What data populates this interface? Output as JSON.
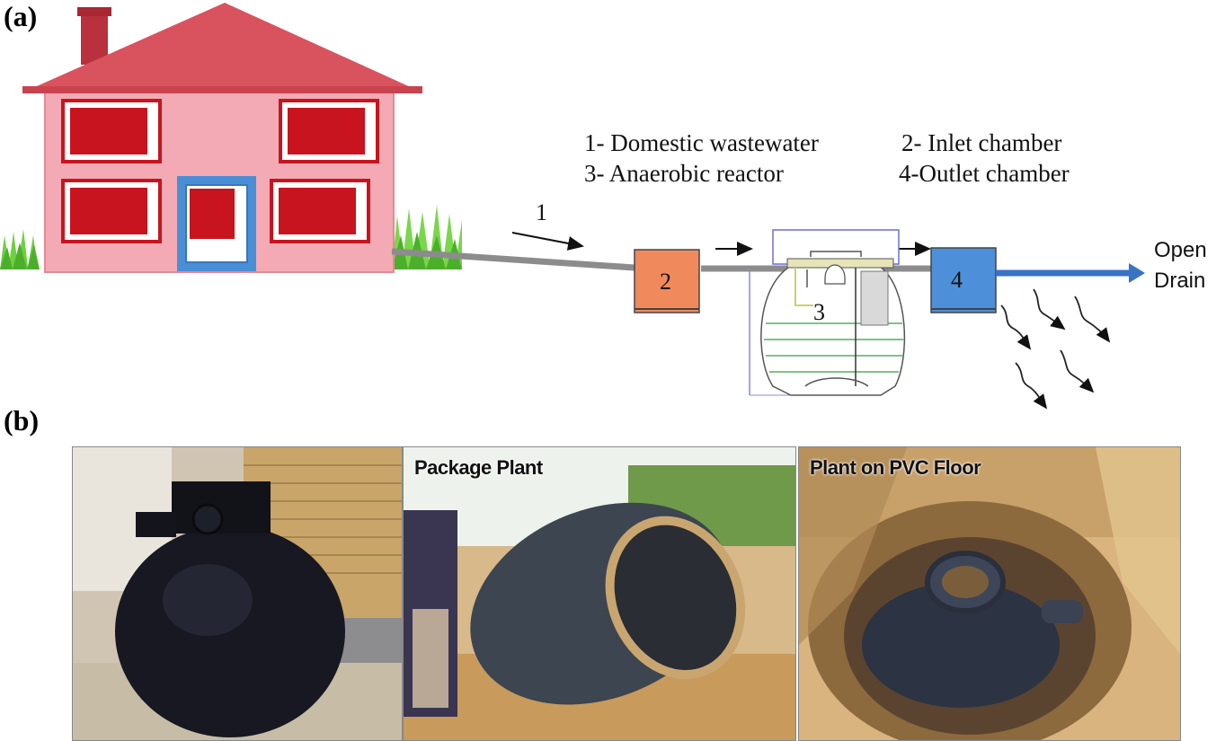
{
  "panels": {
    "a": {
      "label": "(a)"
    },
    "b": {
      "label": "(b)"
    }
  },
  "legend": {
    "item1": "1- Domestic wastewater",
    "item2": "2- Inlet chamber",
    "item3": "3- Anaerobic  reactor",
    "item4": "4-Outlet chamber"
  },
  "markers": {
    "flow": "1",
    "inlet": "2",
    "reactor": "3",
    "outlet": "4"
  },
  "drain": {
    "line1": "Open",
    "line2": "Drain"
  },
  "photos": {
    "package": "Package Plant",
    "floor": "Plant on PVC Floor"
  },
  "colors": {
    "house_wall": "#f4aab4",
    "roof": "#d9535f",
    "window": "#c8141e",
    "door": "#4a8fd6",
    "inlet_box": "#f08a5d",
    "outlet_box": "#4d8fd8",
    "drain_arrow": "#3a72c4",
    "pipe": "#8c8c8c",
    "grass": "#6fcf3f"
  }
}
